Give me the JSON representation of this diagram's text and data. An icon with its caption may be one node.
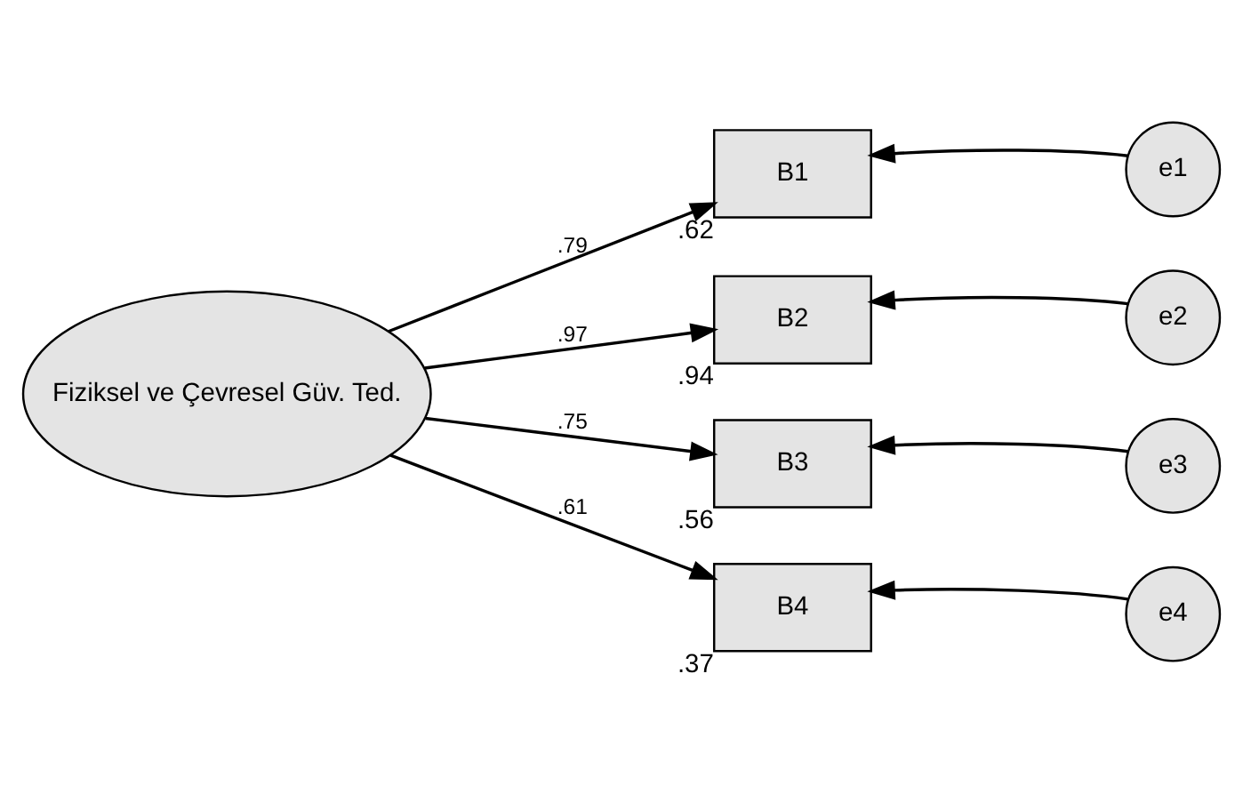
{
  "diagram": {
    "nodes": [
      {
        "text": [
          "Fiziksel ve Çevresel Güv. Ted."
        ]
      },
      {
        "text": [
          "B1"
        ],
        "beside": [
          ".62"
        ]
      },
      {
        "text": [
          "B2"
        ],
        "beside": [
          ".94"
        ]
      },
      {
        "text": [
          "B3"
        ],
        "beside": [
          ".56"
        ]
      },
      {
        "text": [
          "B4"
        ],
        "beside": [
          ".37"
        ]
      },
      {
        "text": [
          "e1"
        ]
      },
      {
        "text": [
          "e2"
        ]
      },
      {
        "text": [
          "e3"
        ]
      },
      {
        "text": [
          "e4"
        ]
      }
    ],
    "edges": [
      {
        "from": 0,
        "to": 1,
        "arrow": "to",
        "label": ".79"
      },
      {
        "from": 0,
        "to": 2,
        "arrow": "to",
        "label": ".97"
      },
      {
        "from": 0,
        "to": 3,
        "arrow": "to",
        "label": ".75"
      },
      {
        "from": 0,
        "to": 4,
        "arrow": "to",
        "label": ".61"
      },
      {
        "from": 5,
        "to": 1,
        "arrow": "to"
      },
      {
        "from": 6,
        "to": 2,
        "arrow": "to"
      },
      {
        "from": 7,
        "to": 3,
        "arrow": "to"
      },
      {
        "from": 8,
        "to": 4,
        "arrow": "to"
      }
    ]
  }
}
